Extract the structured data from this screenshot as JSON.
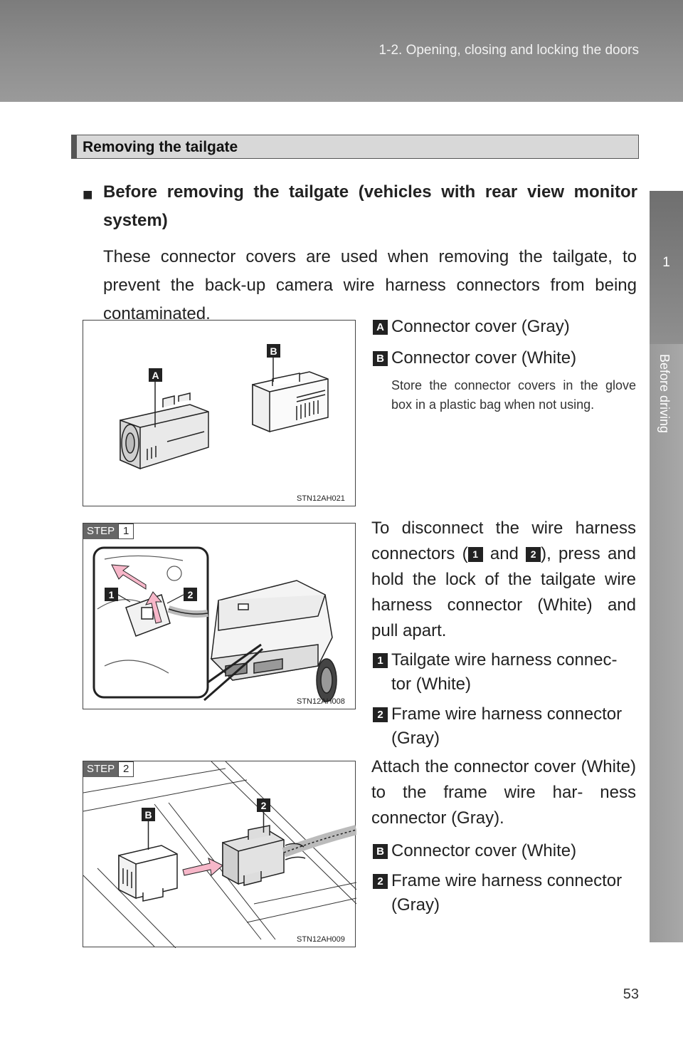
{
  "header": {
    "section_title": "1-2. Opening, closing and locking the doors"
  },
  "side_tab": {
    "chapter_number": "1",
    "chapter_title": "Before driving"
  },
  "page_number": "53",
  "section": {
    "title": "Removing the tailgate",
    "subheading_marker": "■",
    "subheading": "Before removing the tailgate (vehicles with rear view monitor system)",
    "intro": "These connector covers are used when removing the tailgate, to prevent the back-up camera wire harness connectors from being contaminated."
  },
  "figure1": {
    "code": "STN12AH021",
    "label_a": "A",
    "label_b": "B",
    "legend": [
      {
        "marker": "A",
        "text": "Connector cover (Gray)"
      },
      {
        "marker": "B",
        "text": "Connector cover (White)"
      }
    ],
    "note": "Store the connector covers in the glove box in a plastic bag when not using."
  },
  "step1": {
    "step_word": "STEP",
    "step_number": "1",
    "code": "STN12AH008",
    "callout_1": "1",
    "callout_2": "2",
    "text_before": "To disconnect the wire harness connectors (",
    "marker_1": "1",
    "text_and": " and ",
    "marker_2": "2",
    "text_after": "), press and hold the lock of the tailgate wire harness connector (White) and pull apart.",
    "legend": [
      {
        "marker": "1",
        "text": "Tailgate wire harness connec- tor (White)"
      },
      {
        "marker": "2",
        "text": "Frame wire harness connector (Gray)"
      }
    ]
  },
  "step2": {
    "step_word": "STEP",
    "step_number": "2",
    "code": "STN12AH009",
    "label_b": "B",
    "label_2": "2",
    "text": "Attach the connector cover (White) to the frame wire har- ness connector (Gray).",
    "legend": [
      {
        "marker": "B",
        "text": "Connector cover (White)"
      },
      {
        "marker": "2",
        "text": "Frame wire harness connector (Gray)"
      }
    ]
  }
}
